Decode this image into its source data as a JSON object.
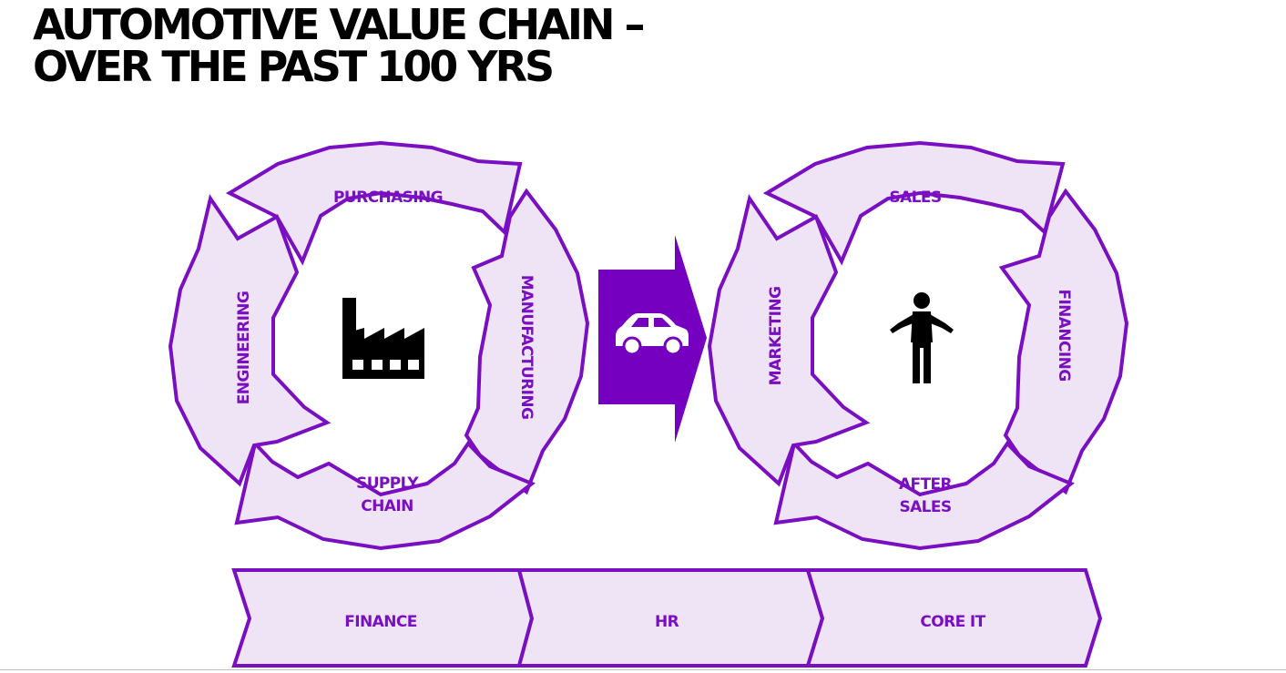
{
  "title": {
    "line1": "AUTOMOTIVE VALUE CHAIN –",
    "line2": "OVER THE PAST 100 YRS"
  },
  "colors": {
    "accent": "#7500C0",
    "segment_fill": "#EFE4F6",
    "segment_stroke": "#7A0FC2",
    "label": "#7A0FC2",
    "icon": "#000000"
  },
  "left_cycle": {
    "segments": [
      "PURCHASING",
      "MANUFACTURING",
      "SUPPLY CHAIN",
      "ENGINEERING"
    ],
    "supply_line1": "SUPPLY",
    "supply_line2": "CHAIN",
    "center_icon": "factory-icon"
  },
  "transfer_arrow": {
    "icon": "car-icon"
  },
  "right_cycle": {
    "segments": [
      "SALES",
      "FINANCING",
      "AFTER SALES",
      "MARKETING"
    ],
    "after_line1": "AFTER",
    "after_line2": "SALES",
    "center_icon": "person-icon"
  },
  "support_bar": [
    "FINANCE",
    "HR",
    "CORE IT"
  ]
}
